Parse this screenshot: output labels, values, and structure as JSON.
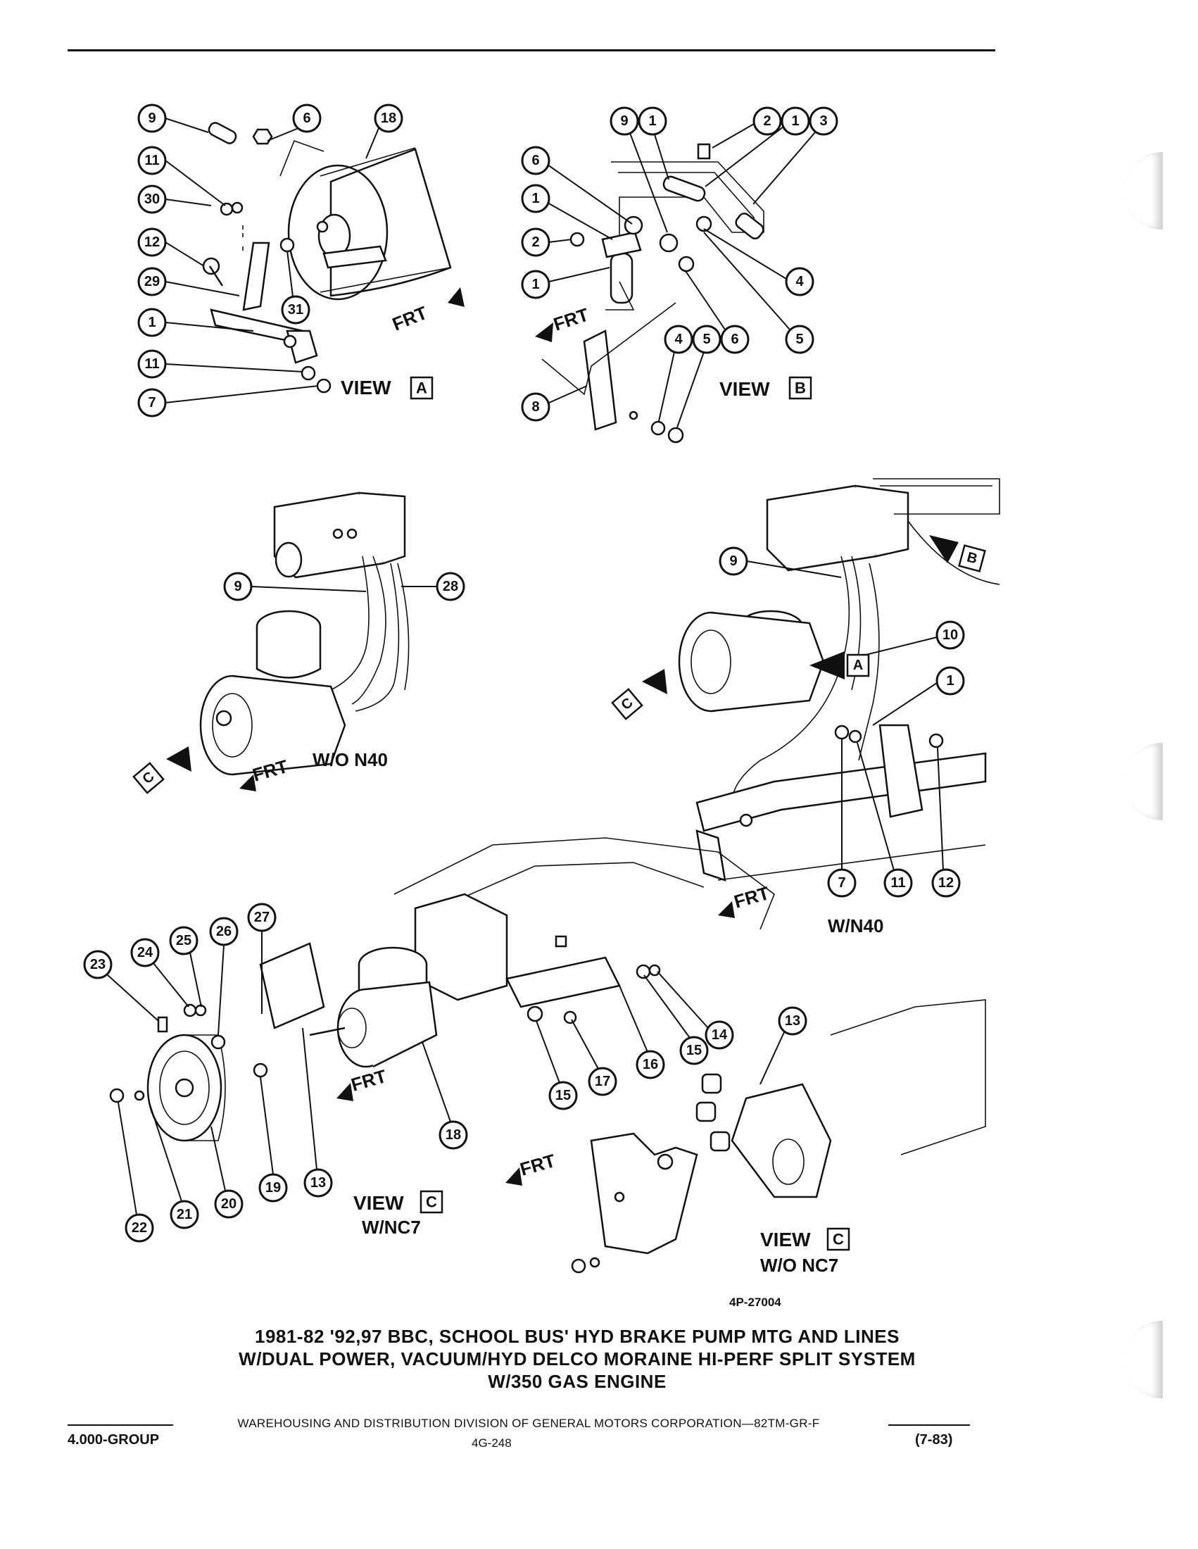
{
  "figure_code": "4P-27004",
  "title_lines": [
    "1981-82 '92,97 BBC, SCHOOL BUS' HYD BRAKE PUMP MTG AND LINES",
    "W/DUAL POWER, VACUUM/HYD DELCO MORAINE HI-PERF SPLIT SYSTEM",
    "W/350 GAS ENGINE"
  ],
  "footer": {
    "division": "WAREHOUSING AND DISTRIBUTION  DIVISION OF GENERAL MOTORS CORPORATION—82TM-GR-F",
    "group": "4.000-GROUP",
    "page": "4G-248",
    "date": "(7-83)"
  },
  "labels": {
    "view": "VIEW",
    "frt": "FRT",
    "wo_n40": "W/O N40",
    "w_n40": "W/N40",
    "w_nc7": "W/NC7",
    "wo_nc7": "W/O NC7",
    "A": "A",
    "B": "B",
    "C": "C"
  },
  "callouts": {
    "view_a": [
      "9",
      "6",
      "18",
      "11",
      "30",
      "12",
      "29",
      "1",
      "31",
      "11",
      "7"
    ],
    "view_b": [
      "9",
      "1",
      "2",
      "1",
      "3",
      "6",
      "1",
      "2",
      "4",
      "1",
      "4",
      "5",
      "6",
      "5",
      "8"
    ],
    "wo_n40": [
      "9",
      "28"
    ],
    "w_n40": [
      "9",
      "10",
      "1",
      "7",
      "11",
      "12"
    ],
    "view_c_nc7": [
      "23",
      "24",
      "25",
      "26",
      "27",
      "15",
      "17",
      "16",
      "15",
      "14",
      "13",
      "18",
      "19",
      "13",
      "20",
      "21",
      "22"
    ]
  }
}
